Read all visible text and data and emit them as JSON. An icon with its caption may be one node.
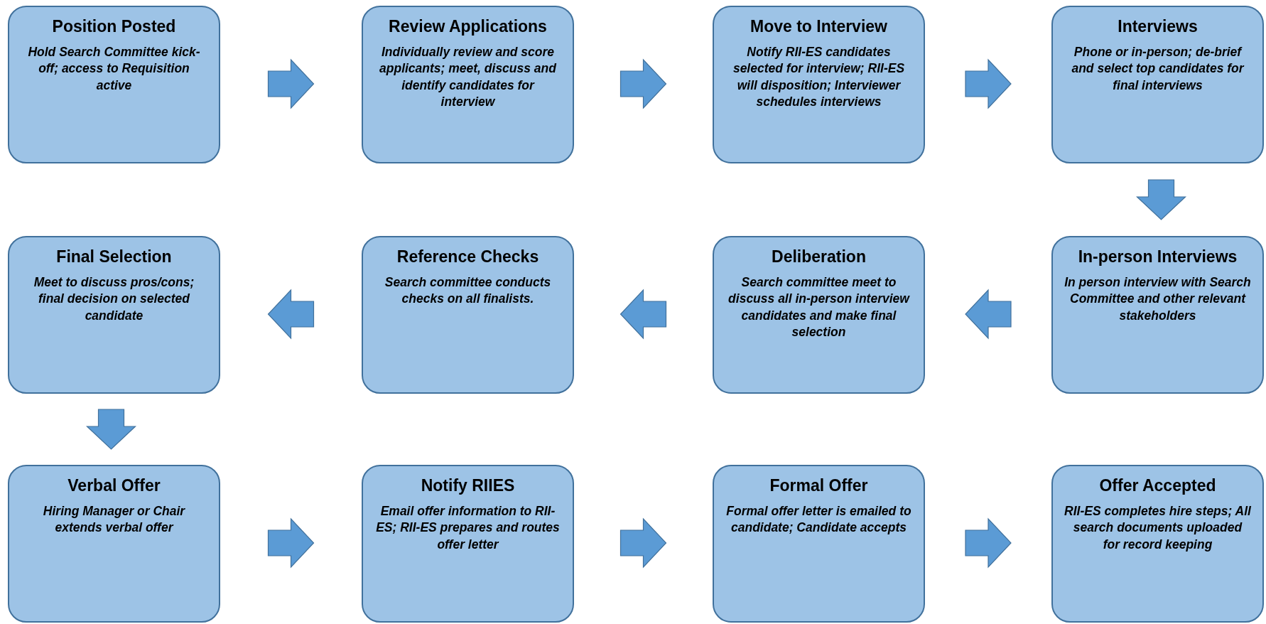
{
  "diagram": {
    "nodes": [
      {
        "text": [
          "Position Posted",
          "Hold Search Committee kick-off; access to Requisition active"
        ]
      },
      {
        "text": [
          "Review Applications",
          "Individually review and score applicants; meet, discuss and identify candidates for interview"
        ]
      },
      {
        "text": [
          "Move to Interview",
          "Notify RII-ES candidates selected for interview; RII-ES will disposition; Interviewer schedules interviews"
        ]
      },
      {
        "text": [
          "Interviews",
          "Phone or in-person; de-brief and select top candidates for final interviews"
        ]
      },
      {
        "text": [
          "Final Selection",
          "Meet to discuss pros/cons; final decision on selected candidate"
        ]
      },
      {
        "text": [
          "Reference Checks",
          "Search committee conducts checks on all finalists."
        ]
      },
      {
        "text": [
          "Deliberation",
          "Search committee meet to discuss all in-person interview candidates and make final selection"
        ]
      },
      {
        "text": [
          "In-person Interviews",
          "In person interview with Search Committee and other relevant stakeholders"
        ]
      },
      {
        "text": [
          "Verbal Offer",
          "Hiring Manager or Chair extends verbal offer"
        ]
      },
      {
        "text": [
          "Notify RIIES",
          "Email offer information to RII-ES; RII-ES prepares and routes offer letter"
        ]
      },
      {
        "text": [
          "Formal Offer",
          "Formal offer letter is emailed to candidate; Candidate accepts"
        ]
      },
      {
        "text": [
          "Offer Accepted",
          "RII-ES completes hire steps; All search documents uploaded for record keeping"
        ]
      }
    ],
    "edges": [
      {
        "from": 0,
        "to": 1,
        "arrow": "to"
      },
      {
        "from": 1,
        "to": 2,
        "arrow": "to"
      },
      {
        "from": 2,
        "to": 3,
        "arrow": "to"
      },
      {
        "from": 3,
        "to": 7,
        "arrow": "to"
      },
      {
        "from": 7,
        "to": 6,
        "arrow": "to"
      },
      {
        "from": 6,
        "to": 5,
        "arrow": "to"
      },
      {
        "from": 5,
        "to": 4,
        "arrow": "to"
      },
      {
        "from": 4,
        "to": 8,
        "arrow": "to"
      },
      {
        "from": 8,
        "to": 9,
        "arrow": "to"
      },
      {
        "from": 9,
        "to": 10,
        "arrow": "to"
      },
      {
        "from": 10,
        "to": 11,
        "arrow": "to"
      }
    ]
  }
}
